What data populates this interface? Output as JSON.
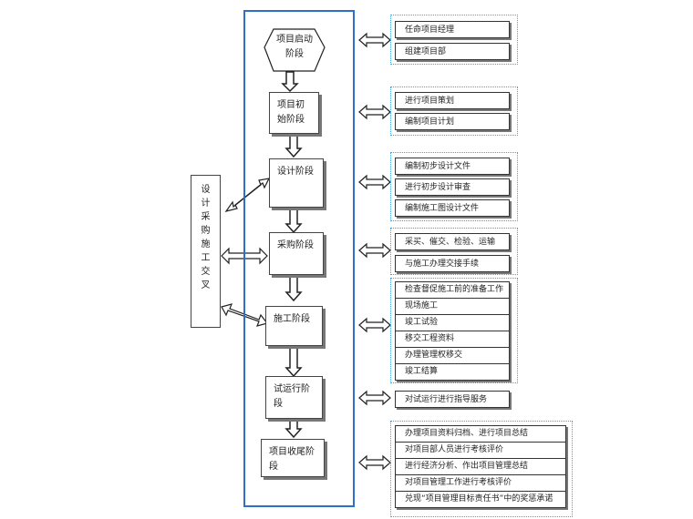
{
  "side_box": {
    "label": "设计采购施工交叉"
  },
  "stages": [
    {
      "label": "项目启动阶段"
    },
    {
      "label": "项目初始阶段"
    },
    {
      "label": "设计阶段"
    },
    {
      "label": "采购阶段"
    },
    {
      "label": "施工阶段"
    },
    {
      "label": "试运行阶段"
    },
    {
      "label": "项目收尾阶段"
    }
  ],
  "task_groups": [
    {
      "tasks": [
        "任命项目经理",
        "组建项目部"
      ]
    },
    {
      "tasks": [
        "进行项目策划",
        "编制项目计划"
      ]
    },
    {
      "tasks": [
        "编制初步设计文件",
        "进行初步设计审查",
        "编制施工图设计文件"
      ]
    },
    {
      "tasks": [
        "采买、催交、检验、运输",
        "与施工办理交接手续"
      ]
    },
    {
      "tasks": [
        "检查督促施工前的准备工作",
        "现场施工",
        "竣工试验",
        "移交工程资料",
        "办理管理权移交",
        "竣工结算"
      ]
    },
    {
      "tasks": [
        "对试运行进行指导服务"
      ]
    },
    {
      "tasks": [
        "办理项目资料归档、进行项目总结",
        "对项目部人员进行考核评价",
        "进行经济分析、作出项目管理总结",
        "对项目管理工作进行考核评价",
        "兑现“项目管理目标责任书”中的奖惩承诺"
      ]
    }
  ]
}
